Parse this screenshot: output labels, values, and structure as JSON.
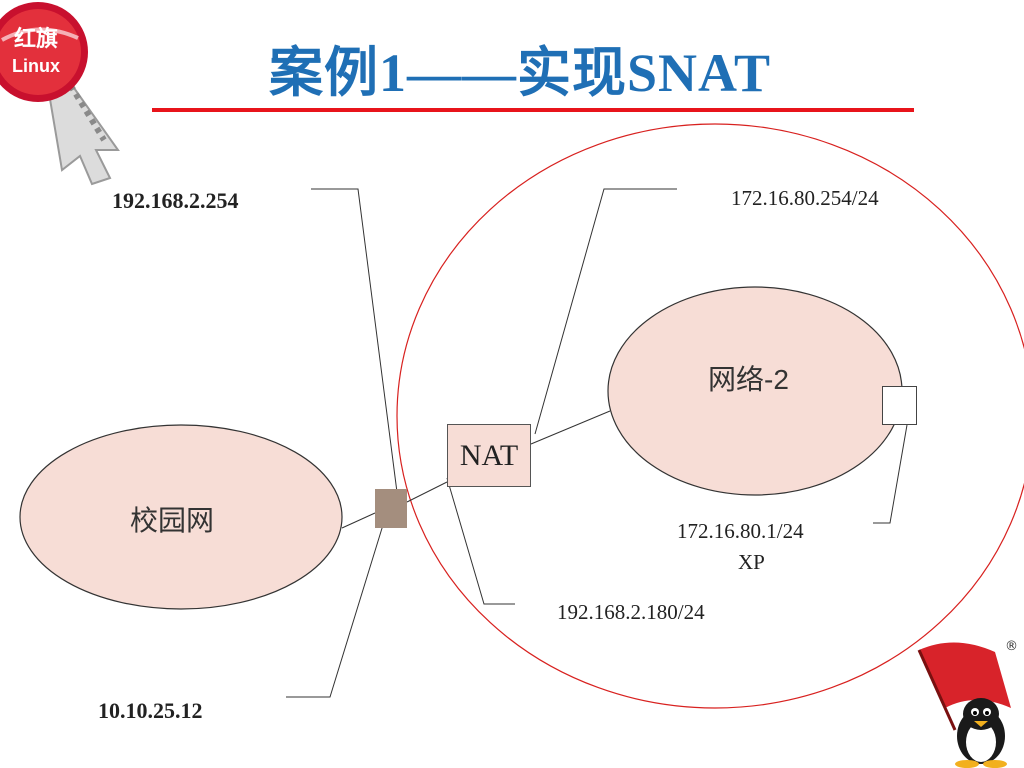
{
  "title": "案例1——实现SNAT",
  "logo": {
    "text_top": "红旗",
    "text_bottom": "Linux"
  },
  "networks": {
    "campus": "校园网",
    "net2": "网络-2"
  },
  "nat_label": "NAT",
  "addresses": {
    "gateway_campus": "192.168.2.254",
    "nat_external": "192.168.2.180/24",
    "nat_internal": "172.16.80.254/24",
    "xp_ip": "172.16.80.1/24",
    "xp_name": "XP",
    "campus_host": "10.10.25.12"
  },
  "mascot_mark": "®",
  "colors": {
    "title": "#1f6fb5",
    "rule": "#e8141b",
    "ellipse_fill": "#f7ddd6",
    "switch": "#a48e7e"
  }
}
